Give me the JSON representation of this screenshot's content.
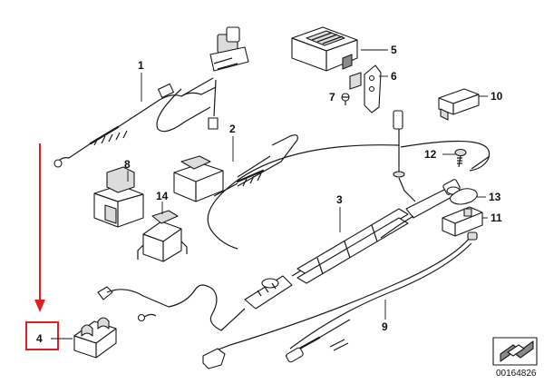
{
  "callouts": [
    {
      "id": "c1",
      "label": "1"
    },
    {
      "id": "c2",
      "label": "2"
    },
    {
      "id": "c3",
      "label": "3"
    },
    {
      "id": "c4",
      "label": "4"
    },
    {
      "id": "c5",
      "label": "5"
    },
    {
      "id": "c6",
      "label": "6"
    },
    {
      "id": "c7",
      "label": "7"
    },
    {
      "id": "c8",
      "label": "8"
    },
    {
      "id": "c9",
      "label": "9"
    },
    {
      "id": "c10",
      "label": "10"
    },
    {
      "id": "c11",
      "label": "11"
    },
    {
      "id": "c12",
      "label": "12"
    },
    {
      "id": "c13",
      "label": "13"
    },
    {
      "id": "c14",
      "label": "14"
    }
  ],
  "diagram_number": "00164826",
  "highlight_color": "#e02020",
  "ink_color": "#1a1a1a"
}
